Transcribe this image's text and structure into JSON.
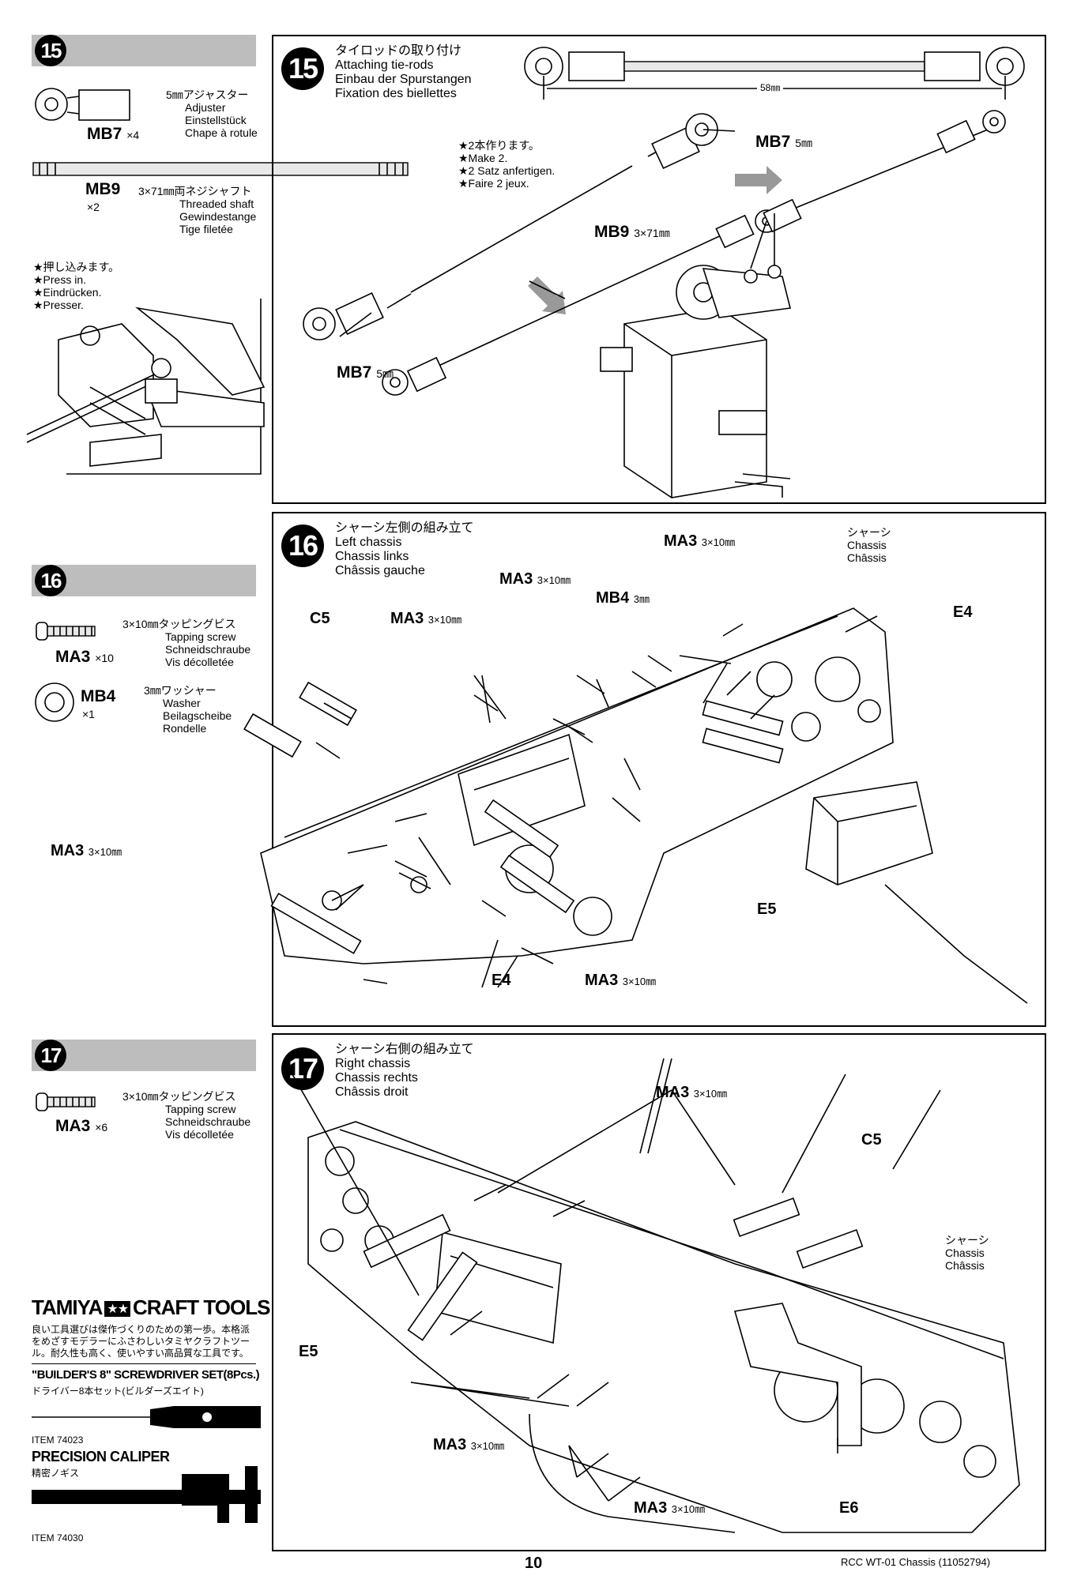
{
  "page_number": "10",
  "footer_title": "RCC WT-01 Chassis (11052794)",
  "left": {
    "step15": {
      "num": "15",
      "adjuster": {
        "code": "MB7",
        "qty": "×4",
        "ja": "5㎜アジャスター",
        "en": "Adjuster",
        "de": "Einstellstück",
        "fr": "Chape à rotule"
      },
      "shaft": {
        "code": "MB9",
        "qty": "×2",
        "ja": "3×71㎜両ネジシャフト",
        "en": "Threaded shaft",
        "de": "Gewindestange",
        "fr": "Tige filetée"
      },
      "press": {
        "ja": "★押し込みます。",
        "en": "★Press in.",
        "de": "★Eindrücken.",
        "fr": "★Presser."
      }
    },
    "step16": {
      "num": "16",
      "screw": {
        "code": "MA3",
        "qty": "×10",
        "ja": "3×10㎜タッピングビス",
        "en": "Tapping screw",
        "de": "Schneidschraube",
        "fr": "Vis décolletée"
      },
      "washer": {
        "code": "MB4",
        "qty": "×1",
        "ja": "3㎜ワッシャー",
        "en": "Washer",
        "de": "Beilagscheibe",
        "fr": "Rondelle"
      }
    },
    "step17": {
      "num": "17",
      "screw": {
        "code": "MA3",
        "qty": "×6",
        "ja": "3×10㎜タッピングビス",
        "en": "Tapping screw",
        "de": "Schneidschraube",
        "fr": "Vis décolletée"
      }
    },
    "craft": {
      "brand": "TAMIYA",
      "brand_tail": "CRAFT TOOLS",
      "desc1": "良い工具選びは傑作づくりのための第一歩。本格派",
      "desc2": "をめざすモデラーにふさわしいタミヤクラフトツー",
      "desc3": "ル。耐久性も高く、使いやすい高品質な工具です。",
      "tool1_name": "\"BUILDER'S 8\" SCREWDRIVER SET(8Pcs.)",
      "tool1_ja": "ドライバー8本セット(ビルダーズエイト)",
      "tool1_item": "ITEM 74023",
      "tool2_name": "PRECISION CALIPER",
      "tool2_ja": "精密ノギス",
      "tool2_item": "ITEM 74030"
    }
  },
  "panel15": {
    "num": "15",
    "ja": "タイロッドの取り付け",
    "en": "Attaching tie-rods",
    "de": "Einbau der Spurstangen",
    "fr": "Fixation des biellettes",
    "dim": "58㎜",
    "note": {
      "ja": "★2本作ります。",
      "en": "★Make 2.",
      "de": "★2 Satz anfertigen.",
      "fr": "★Faire 2 jeux."
    },
    "mb7_top": {
      "code": "MB7",
      "size": "5㎜"
    },
    "mb9": {
      "code": "MB9",
      "size": "3×71㎜"
    },
    "mb7_bottom": {
      "code": "MB7",
      "size": "5㎜"
    }
  },
  "panel16": {
    "num": "16",
    "ja": "シャーシ左側の組み立て",
    "en": "Left chassis",
    "de": "Chassis links",
    "fr": "Châssis gauche",
    "chassis": {
      "ja": "シャーシ",
      "en": "Chassis",
      "fr": "Châssis"
    },
    "ma3_a": {
      "code": "MA3",
      "size": "3×10㎜"
    },
    "ma3_b": {
      "code": "MA3",
      "size": "3×10㎜"
    },
    "mb4": {
      "code": "MB4",
      "size": "3㎜"
    },
    "ma3_c": {
      "code": "MA3",
      "size": "3×10㎜"
    },
    "c5": "C5",
    "e4_right": "E4",
    "ma3_left": {
      "code": "MA3",
      "size": "3×10㎜"
    },
    "e5": "E5",
    "e4_bottom": "E4",
    "ma3_bottom": {
      "code": "MA3",
      "size": "3×10㎜"
    }
  },
  "panel17": {
    "num": "17",
    "ja": "シャーシ右側の組み立て",
    "en": "Right chassis",
    "de": "Chassis rechts",
    "fr": "Châssis droit",
    "ma3_top": {
      "code": "MA3",
      "size": "3×10㎜"
    },
    "c5": "C5",
    "chassis": {
      "ja": "シャーシ",
      "en": "Chassis",
      "fr": "Châssis"
    },
    "e5": "E5",
    "ma3_mid": {
      "code": "MA3",
      "size": "3×10㎜"
    },
    "ma3_bottom": {
      "code": "MA3",
      "size": "3×10㎜"
    },
    "e6": "E6"
  }
}
